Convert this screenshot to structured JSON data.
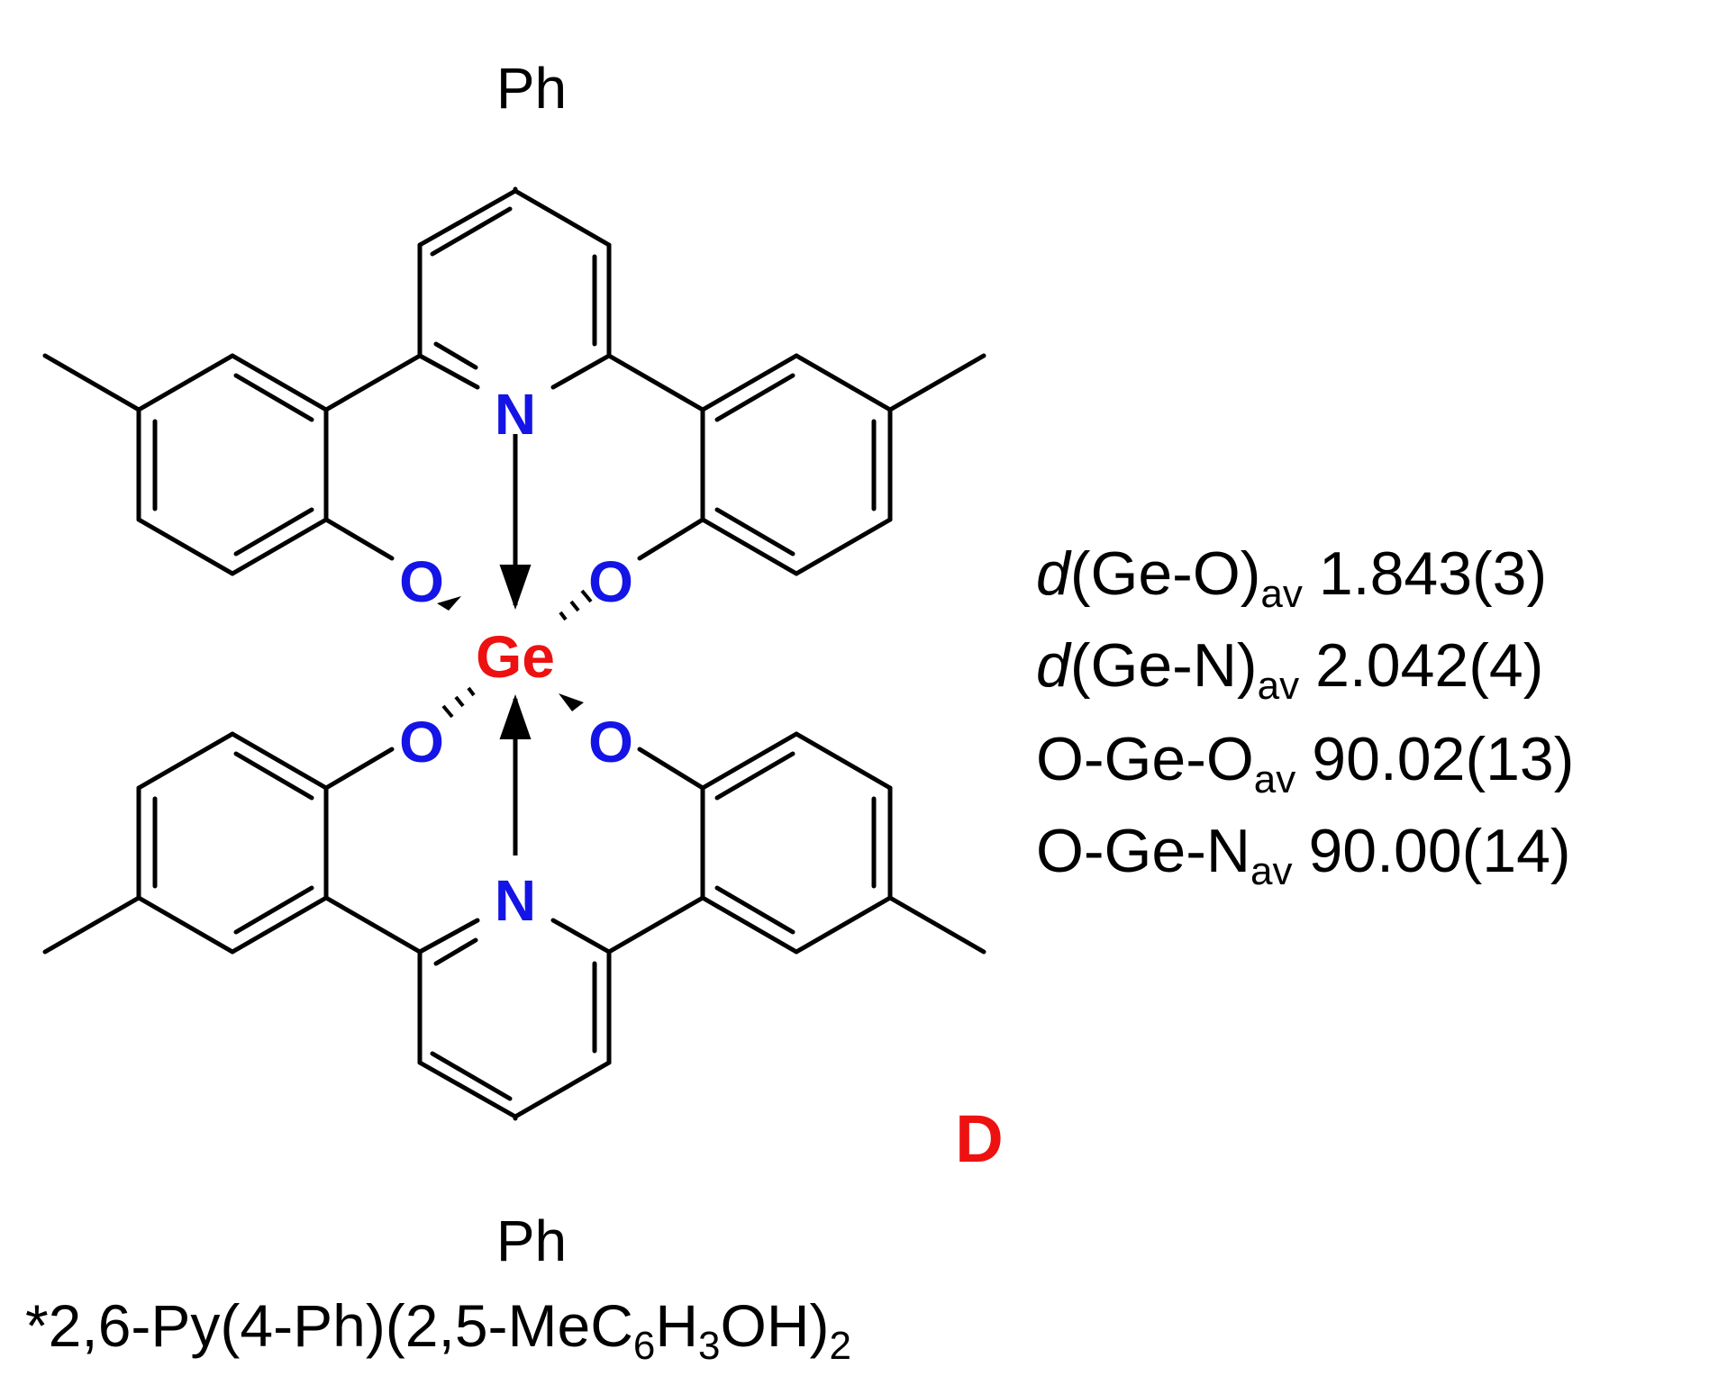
{
  "colors": {
    "bond": "#000000",
    "nitrogen": "#1414e6",
    "oxygen": "#1414e6",
    "germanium": "#ee1111",
    "compound_label": "#ee1111",
    "text": "#000000"
  },
  "atoms": {
    "ph_top": "Ph",
    "ph_bottom": "Ph",
    "n_top": "N",
    "n_bottom": "N",
    "o_upper_left": "O",
    "o_upper_right": "O",
    "o_lower_left": "O",
    "o_lower_right": "O",
    "ge": "Ge"
  },
  "compound_label": "D",
  "parameters": [
    {
      "italic": "d",
      "label": "(Ge-O)",
      "sub": "av",
      "value": "1.843(3)"
    },
    {
      "italic": "d",
      "label": "(Ge-N)",
      "sub": "av",
      "value": "2.042(4)"
    },
    {
      "italic": "",
      "label": "O-Ge-O",
      "sub": "av",
      "value": "90.02(13)"
    },
    {
      "italic": "",
      "label": "O-Ge-N",
      "sub": "av",
      "value": "90.00(14)"
    }
  ],
  "ligand_formula": {
    "p1": "*2,6-Py(4-Ph)(2,5-MeC",
    "s1": "6",
    "p2": "H",
    "s2": "3",
    "p3": "OH)",
    "s3": "2"
  }
}
